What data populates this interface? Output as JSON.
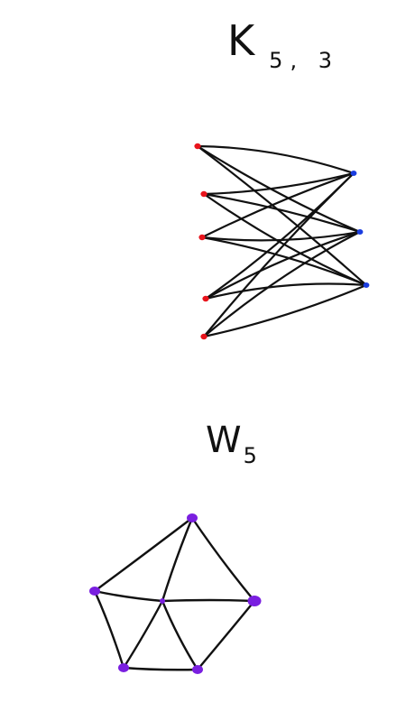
{
  "graphs": [
    {
      "name_main": "K",
      "name_sub": "5, 3",
      "type": "complete-bipartite",
      "left_vertex_count": 5,
      "right_vertex_count": 3,
      "left_color": "#e8141c",
      "right_color": "#1a3de0",
      "edge_color": "#111111"
    },
    {
      "name_main": "W",
      "name_sub": "5",
      "type": "wheel",
      "rim_vertex_count": 5,
      "vertex_color": "#7a1fe0",
      "edge_color": "#111111"
    }
  ]
}
